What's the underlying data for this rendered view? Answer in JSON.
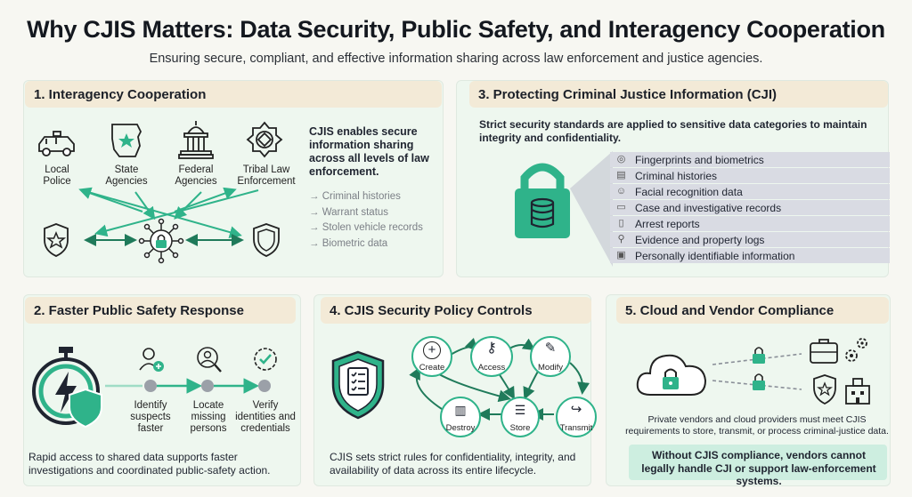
{
  "title": "Why CJIS Matters: Data Security, Public Safety, and Interagency Cooperation",
  "subtitle": "Ensuring secure, compliant, and effective information sharing across law enforcement and justice agencies.",
  "s1": {
    "heading": "1. Interagency Cooperation",
    "agencies": [
      "Local Police",
      "State Agencies",
      "Federal Agencies",
      "Tribal Law Enforcement"
    ],
    "statement": "CJIS enables secure information sharing across all levels of law enforcement.",
    "items": [
      "→ Criminal histories",
      "→ Warrant status",
      "→ Stolen vehicle records",
      "→ Biometric data"
    ]
  },
  "s2": {
    "heading": "2. Faster Public Safety Response",
    "steps": [
      "Identify suspects faster",
      "Locate missing persons",
      "Verify identities and credentials"
    ],
    "footer": "Rapid access to shared data supports faster investigations and coordinated public-safety action."
  },
  "s3": {
    "heading": "3. Protecting Criminal Justice Information (CJI)",
    "intro": "Strict security standards are applied to sensitive data categories to maintain integrity and confidentiality.",
    "categories": [
      "Fingerprints and biometrics",
      "Criminal histories",
      "Facial recognition data",
      "Case and investigative records",
      "Arrest reports",
      "Evidence and property logs",
      "Personally identifiable information"
    ]
  },
  "s4": {
    "heading": "4. CJIS Security Policy Controls",
    "nodes": [
      "Create",
      "Access",
      "Modify",
      "Destroy",
      "Store",
      "Transmit"
    ],
    "footer": "CJIS sets strict rules for confidentiality, integrity, and availability of data across its entire lifecycle."
  },
  "s5": {
    "heading": "5. Cloud and Vendor Compliance",
    "body": "Private vendors and cloud providers must meet CJIS requirements to store, transmit, or process criminal-justice data.",
    "warning": "Without CJIS compliance, vendors cannot legally handle CJI or support law-enforcement systems."
  },
  "colors": {
    "accent": "#2fb38a",
    "dark": "#1f2430",
    "header": "#f3ead7",
    "panel": "#eef7ef"
  }
}
